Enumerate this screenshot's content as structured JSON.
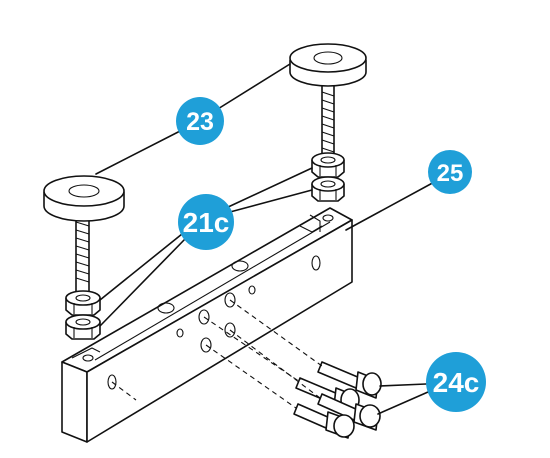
{
  "labels": {
    "washers": "23",
    "nuts": "21c",
    "rail": "25",
    "screws": "24c"
  },
  "colors": {
    "badge": "#1f9fd8",
    "line": "#111111",
    "background": "#ffffff"
  }
}
